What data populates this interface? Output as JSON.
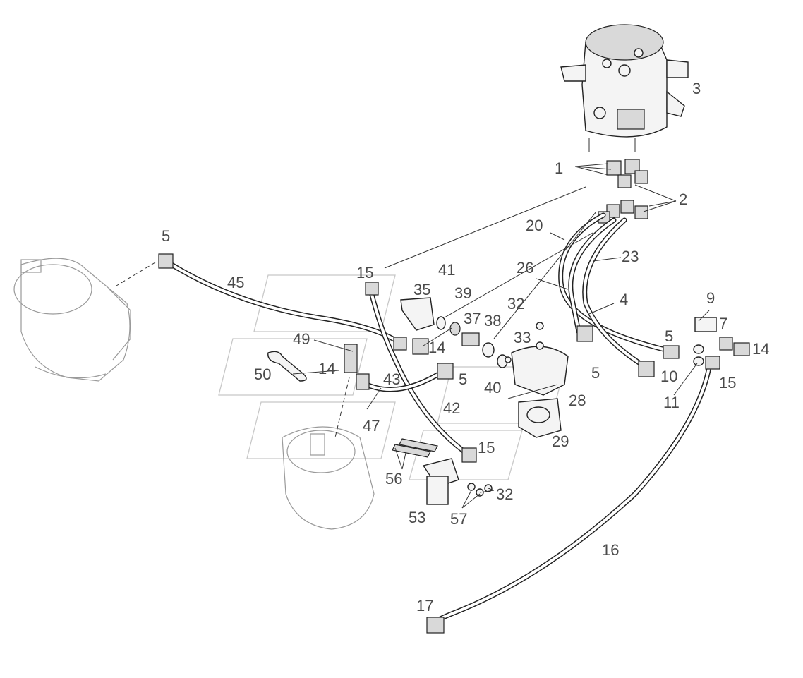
{
  "diagram": {
    "colors": {
      "line": "#222222",
      "label": "#4a4a4a",
      "watermark": "#c8c8c8"
    },
    "labels": {
      "l1": "1",
      "l2": "2",
      "l3": "3",
      "l4": "4",
      "l5a": "5",
      "l5b": "5",
      "l5c": "5",
      "l5d": "5",
      "l7": "7",
      "l9": "9",
      "l10": "10",
      "l11": "11",
      "l14a": "14",
      "l14b": "14",
      "l14c": "14",
      "l15a": "15",
      "l15b": "15",
      "l15c": "15",
      "l16": "16",
      "l17": "17",
      "l20": "20",
      "l23": "23",
      "l26": "26",
      "l28": "28",
      "l29": "29",
      "l32a": "32",
      "l32b": "32",
      "l33": "33",
      "l35": "35",
      "l37": "37",
      "l38": "38",
      "l39": "39",
      "l40": "40",
      "l41": "41",
      "l42": "42",
      "l43": "43",
      "l45": "45",
      "l47": "47",
      "l49": "49",
      "l50": "50",
      "l53": "53",
      "l56": "56",
      "l57": "57"
    }
  }
}
